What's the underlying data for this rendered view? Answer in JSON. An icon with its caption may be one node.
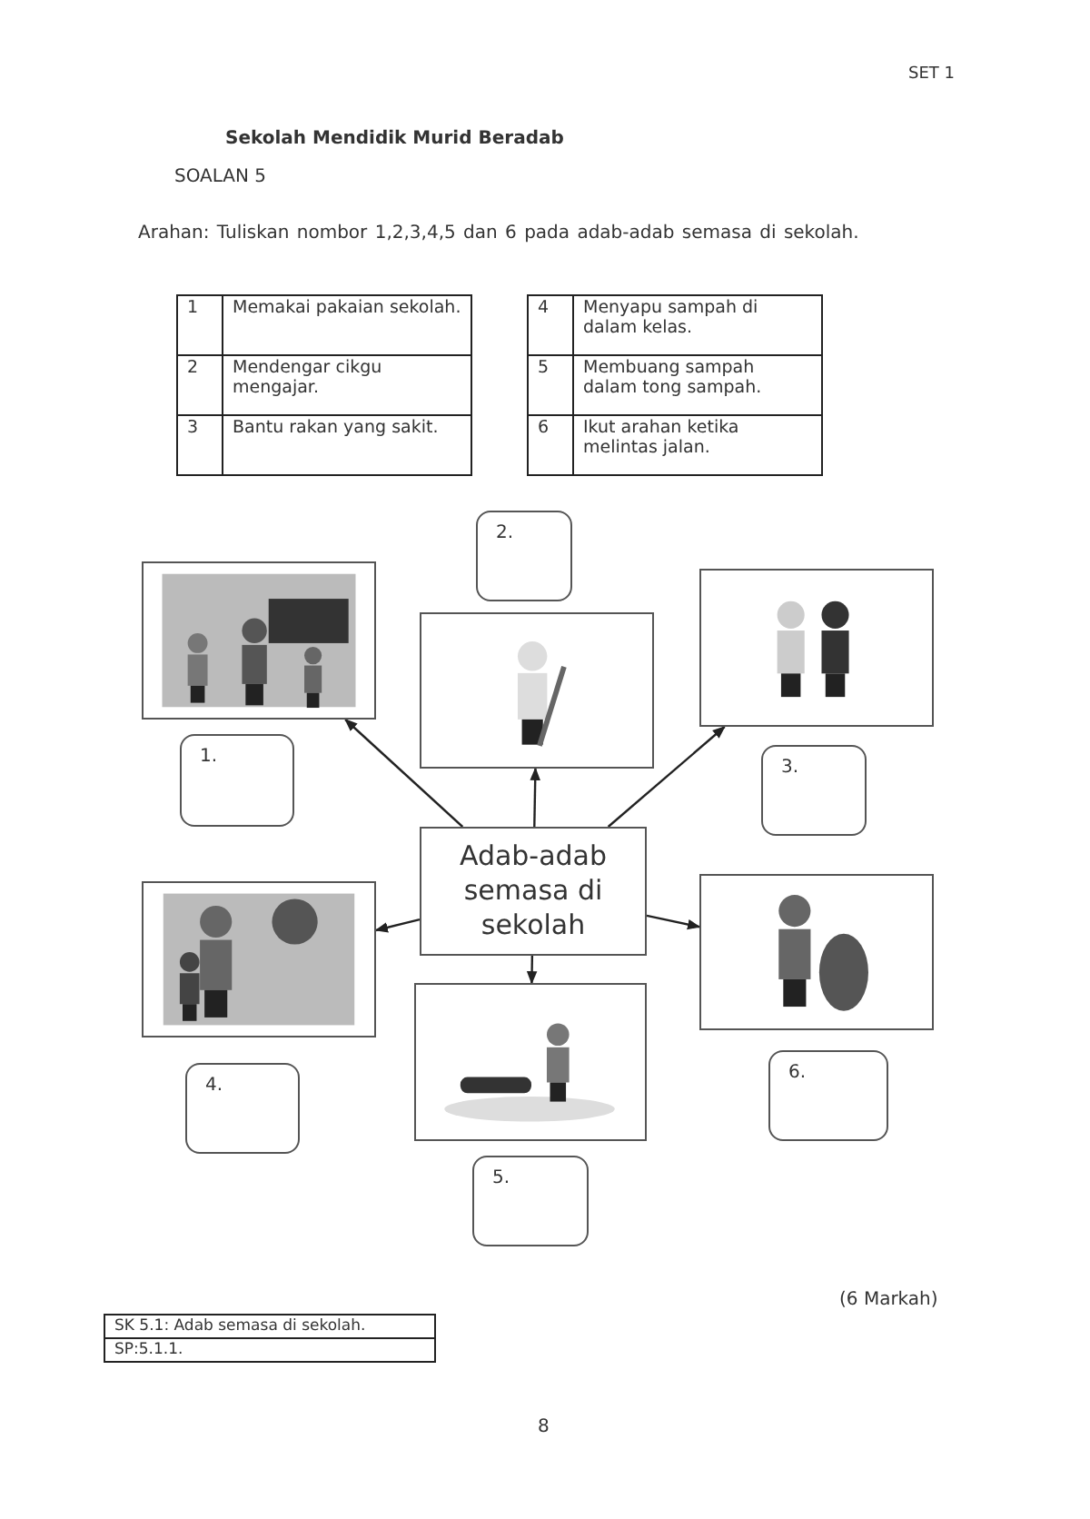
{
  "diagram": {
    "title": "Sekolah Mendidik Murid Beradab",
    "nodes": [
      {
        "text": [
          "2."
        ]
      },
      {
        "text": [],
        "shape": "picture"
      },
      {
        "text": [],
        "shape": "picture"
      },
      {
        "text": [],
        "shape": "picture"
      },
      {
        "text": [
          "1."
        ]
      },
      {
        "text": [
          "3."
        ]
      },
      {
        "text": [
          "Adab-adab semasa di sekolah"
        ]
      },
      {
        "text": [],
        "shape": "picture"
      },
      {
        "text": [],
        "shape": "picture"
      },
      {
        "text": [],
        "shape": "picture"
      },
      {
        "text": [
          "4."
        ]
      },
      {
        "text": [
          "6."
        ]
      },
      {
        "text": [
          "5."
        ]
      }
    ],
    "edges": [
      {
        "from": 6,
        "to": 1,
        "arrow": "to"
      },
      {
        "from": 6,
        "to": 2,
        "arrow": "to"
      },
      {
        "from": 6,
        "to": 3,
        "arrow": "to"
      },
      {
        "from": 6,
        "to": 7,
        "arrow": "to"
      },
      {
        "from": 6,
        "to": 8,
        "arrow": "to"
      },
      {
        "from": 6,
        "to": 9,
        "arrow": "to"
      }
    ],
    "labels": [
      "SET 1",
      "SOALAN 5",
      "Arahan: Tuliskan nombor 1,2,3,4,5 dan 6 pada adab-adab semasa di sekolah.",
      "1",
      "Memakai pakaian sekolah.",
      "4",
      "Menyapu sampah di dalam kelas.",
      "2",
      "Mendengar cikgu mengajar.",
      "5",
      "Membuang sampah dalam tong sampah.",
      "3",
      "Bantu rakan yang sakit.",
      "6",
      "Ikut arahan ketika melintas jalan.",
      "(6 Markah)",
      "SK 5.1: Adab semasa di sekolah.",
      "SP:5.1.1.",
      "8"
    ]
  }
}
